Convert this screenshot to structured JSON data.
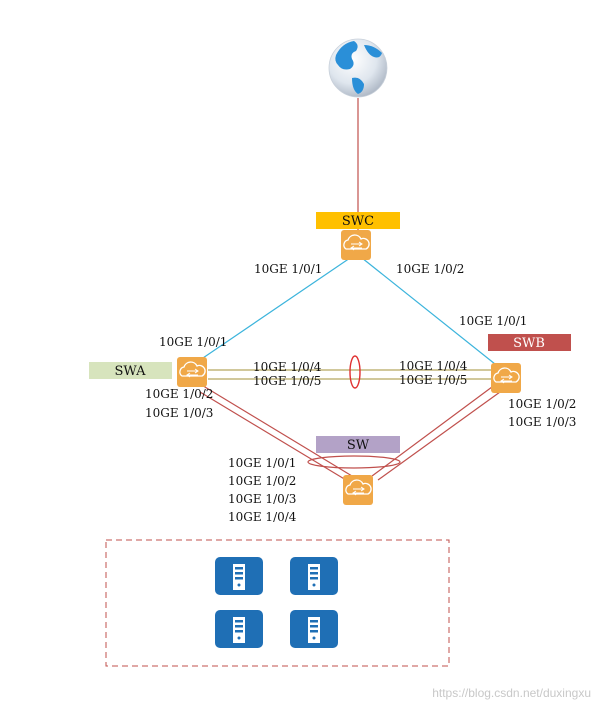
{
  "colors": {
    "cyan_link": "#3cb4dc",
    "red_link": "#c0504d",
    "olive_link": "#c2b57a",
    "switch_fill": "#f0a848",
    "swc_tag": "#ffc000",
    "swb_tag": "#c0504d",
    "swa_tag": "#d7e4bd",
    "sw_tag": "#b3a2c7",
    "server_fill": "#1f6fb5",
    "dash_border": "#c0504d"
  },
  "icons": {
    "internet": "globe-icon",
    "switch": "switch-icon",
    "server": "server-icon"
  },
  "devices": {
    "swc": {
      "name": "SWC"
    },
    "swa": {
      "name": "SWA"
    },
    "swb": {
      "name": "SWB"
    },
    "sw": {
      "name": "SW"
    }
  },
  "ports": {
    "swc_left": "10GE 1/0/1",
    "swc_right": "10GE 1/0/2",
    "swa_top": "10GE 1/0/1",
    "swa_mid_1": "10GE 1/0/4",
    "swa_mid_2": "10GE 1/0/5",
    "swa_bot_1": "10GE 1/0/2",
    "swa_bot_2": "10GE 1/0/3",
    "swb_top": "10GE 1/0/1",
    "swb_mid_1": "10GE 1/0/4",
    "swb_mid_2": "10GE 1/0/5",
    "swb_bot_1": "10GE 1/0/2",
    "swb_bot_2": "10GE 1/0/3",
    "sw_1": "10GE 1/0/1",
    "sw_2": "10GE 1/0/2",
    "sw_3": "10GE 1/0/3",
    "sw_4": "10GE 1/0/4"
  },
  "watermark": "https://blog.csdn.net/duxingxu"
}
